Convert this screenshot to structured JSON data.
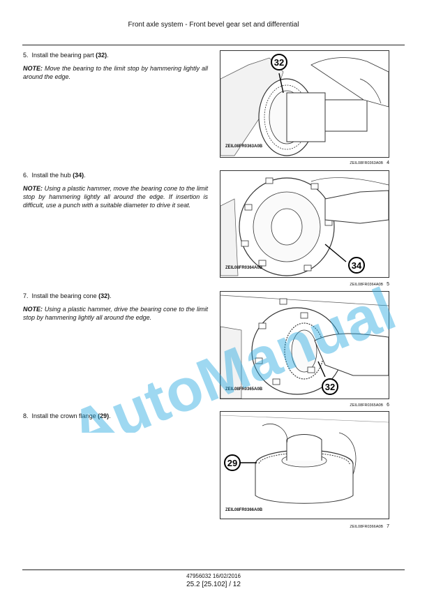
{
  "header": {
    "title": "Front axle system - Front bevel gear set and differential"
  },
  "steps": [
    {
      "number": "5.",
      "text": "Install the bearing part",
      "ref": "(32)",
      "period": ".",
      "note_label": "NOTE:",
      "note": "Move the bearing to the limit stop by hammering lightly all around the edge.",
      "figure": {
        "code": "ZEIL08FR0363A0B",
        "caption": "ZEIL08FR0363A0B",
        "number": "4",
        "callout": "32"
      }
    },
    {
      "number": "6.",
      "text": "Install the hub",
      "ref": "(34)",
      "period": ".",
      "note_label": "NOTE:",
      "note": "Using a plastic hammer, move the bearing cone to the limit stop by hammering lightly all around the edge.  If insertion is difficult, use a punch with a suitable diameter to drive it seat.",
      "figure": {
        "code": "ZEIL08FR0364A0B",
        "caption": "ZEIL08FR0364A0B",
        "number": "5",
        "callout": "34"
      }
    },
    {
      "number": "7.",
      "text": "Install the bearing cone",
      "ref": "(32)",
      "period": ".",
      "note_label": "NOTE:",
      "note": "Using a plastic hammer, drive the bearing cone to the limit stop by hammering lightly all around the edge.",
      "figure": {
        "code": "ZEIL08FR0365A0B",
        "caption": "ZEIL08FR0365A0B",
        "number": "6",
        "callout": "32"
      }
    },
    {
      "number": "8.",
      "text": "Install the crown flange",
      "ref": "(29)",
      "period": ".",
      "note_label": "",
      "note": "",
      "figure": {
        "code": "ZEIL08FR0366A0B",
        "caption": "ZEIL08FR0366A0B",
        "number": "7",
        "callout": "29"
      }
    }
  ],
  "footer": {
    "doc": "47956032 16/02/2016",
    "page": "25.2 [25.102] / 12"
  },
  "watermark": {
    "text": "AutoManual",
    "color": "#29a9e0"
  }
}
